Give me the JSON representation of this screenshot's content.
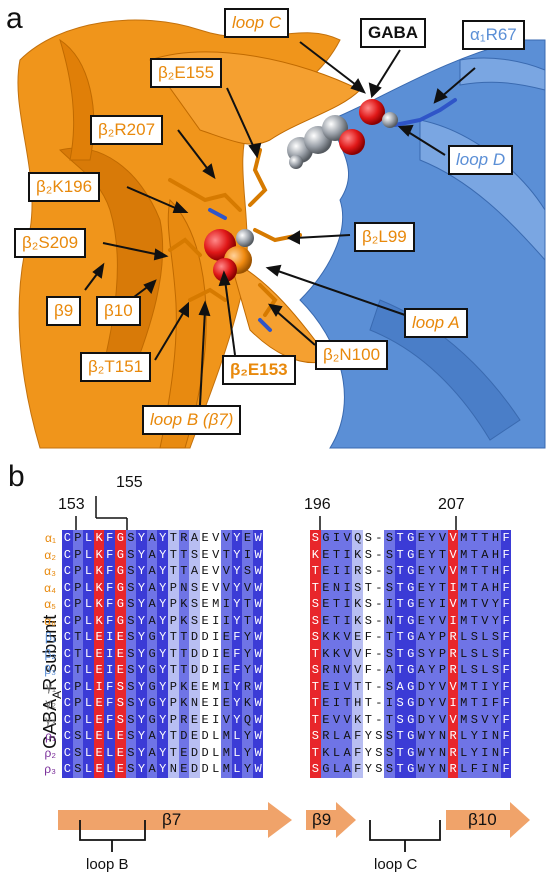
{
  "panel_a": {
    "letter": "a",
    "labels": [
      {
        "key": "loopC",
        "text": "loop C",
        "color": "orange",
        "italic": true
      },
      {
        "key": "gaba",
        "text": "GABA",
        "color": "black",
        "bold": true
      },
      {
        "key": "a1r67",
        "text": "α₁R67",
        "color": "blue"
      },
      {
        "key": "b2e155",
        "text": "β₂E155",
        "color": "orange"
      },
      {
        "key": "b2r207",
        "text": "β₂R207",
        "color": "orange"
      },
      {
        "key": "loopD",
        "text": "loop D",
        "color": "blue",
        "italic": true
      },
      {
        "key": "b2k196",
        "text": "β₂K196",
        "color": "orange"
      },
      {
        "key": "b2s209",
        "text": "β₂S209",
        "color": "orange"
      },
      {
        "key": "b2l99",
        "text": "β₂L99",
        "color": "orange"
      },
      {
        "key": "b9",
        "text": "β9",
        "color": "orange"
      },
      {
        "key": "b10",
        "text": "β10",
        "color": "orange"
      },
      {
        "key": "loopA",
        "text": "loop A",
        "color": "orange",
        "italic": true
      },
      {
        "key": "b2t151",
        "text": "β₂T151",
        "color": "orange"
      },
      {
        "key": "b2e153",
        "text": "β₂E153",
        "color": "orange",
        "bold": true
      },
      {
        "key": "b2n100",
        "text": "β₂N100",
        "color": "orange"
      },
      {
        "key": "loopB",
        "text": "loop B (β7)",
        "color": "orange",
        "italic": true
      }
    ]
  },
  "panel_b": {
    "letter": "b",
    "ylabel": "GABAAR subunit",
    "position_numbers": [
      "153",
      "155",
      "196",
      "207"
    ],
    "subunits": [
      {
        "name": "α₁",
        "color": "#e8890c",
        "left": "CPLKFGSYAYTRAEVVYEW",
        "right": "SGIVQS-STGEYVVMTTHF"
      },
      {
        "name": "α₂",
        "color": "#e8890c",
        "left": "CPLKFGSYAYTTSEVTYIW",
        "right": "KETIKS-STGEYTVMTAHF"
      },
      {
        "name": "α₃",
        "color": "#e8890c",
        "left": "CPLKFGSYAYTTAEVVYSW",
        "right": "TEIIRS-STGEYVVMTTHF"
      },
      {
        "name": "α₄",
        "color": "#e8890c",
        "left": "CPLKFGSYAYPNSEVVYVW",
        "right": "TENIST-STGEYTIMTAHF"
      },
      {
        "name": "α₅",
        "color": "#e8890c",
        "left": "CPLKFGSYAYPKSEMIYTW",
        "right": "SETIKS-ITGEYIVMTVYF"
      },
      {
        "name": "α₆",
        "color": "#e8890c",
        "left": "CPLKFGSYAYPKSEIIYTW",
        "right": "SETIKS-NTGEYVIMTVYF"
      },
      {
        "name": "β₁",
        "color": "#5b8fd6",
        "left": "CTLEIESYGYTTDDIEFYW",
        "right": "SKKVEF-TTGAYPRLSLSF"
      },
      {
        "name": "β₂",
        "color": "#5b8fd6",
        "left": "CTLEIESYGYTTDDIEFYW",
        "right": "TKKVVF-STGSYPRLSLSF"
      },
      {
        "name": "β₃",
        "color": "#5b8fd6",
        "left": "CTLEIESYGYTTDDIEFYW",
        "right": "SRNVVF-ATGAYPRLSLSF"
      },
      {
        "name": "γ₁",
        "color": "#777777",
        "left": "CPLIFSSYGYPKEEMIYRW",
        "right": "TEIVTT-SAGDYVVMTIYF"
      },
      {
        "name": "γ₂",
        "color": "#777777",
        "left": "CPLEFSSYGYPKNEIEYKW",
        "right": "TEITHT-ISGDYVIMTIFF"
      },
      {
        "name": "γ₃",
        "color": "#777777",
        "left": "CPLEFSSYGYPREEIVYQW",
        "right": "TEVVKT-TSGDYVVMSVYF"
      },
      {
        "name": "ρ₁",
        "color": "#7a2e9a",
        "left": "CSLELESYAYTDEDLMLYW",
        "right": "SRLAFYSSTGWYNRLYINF"
      },
      {
        "name": "ρ₂",
        "color": "#7a2e9a",
        "left": "CSLELESYAYTEDDLMLYW",
        "right": "TKLAFYSSTGWYNRLYINF"
      },
      {
        "name": "ρ₃",
        "color": "#7a2e9a",
        "left": "CSLELESYAYNEDDLMLYW",
        "right": "SGLAFYSSTGWYNRLFINF"
      }
    ],
    "secondary_structure": [
      "β7",
      "β9",
      "β10"
    ],
    "loops": [
      "loop B",
      "loop C"
    ],
    "colors": {
      "dark": "#3b3bd6",
      "mid": "#6f74e6",
      "light": "#b8bef2",
      "pale": "#dde0f8",
      "highlight": "#e8262b",
      "arrow": "#f0a36a",
      "orange": "#e8890c",
      "blue": "#5b8fd6"
    }
  }
}
